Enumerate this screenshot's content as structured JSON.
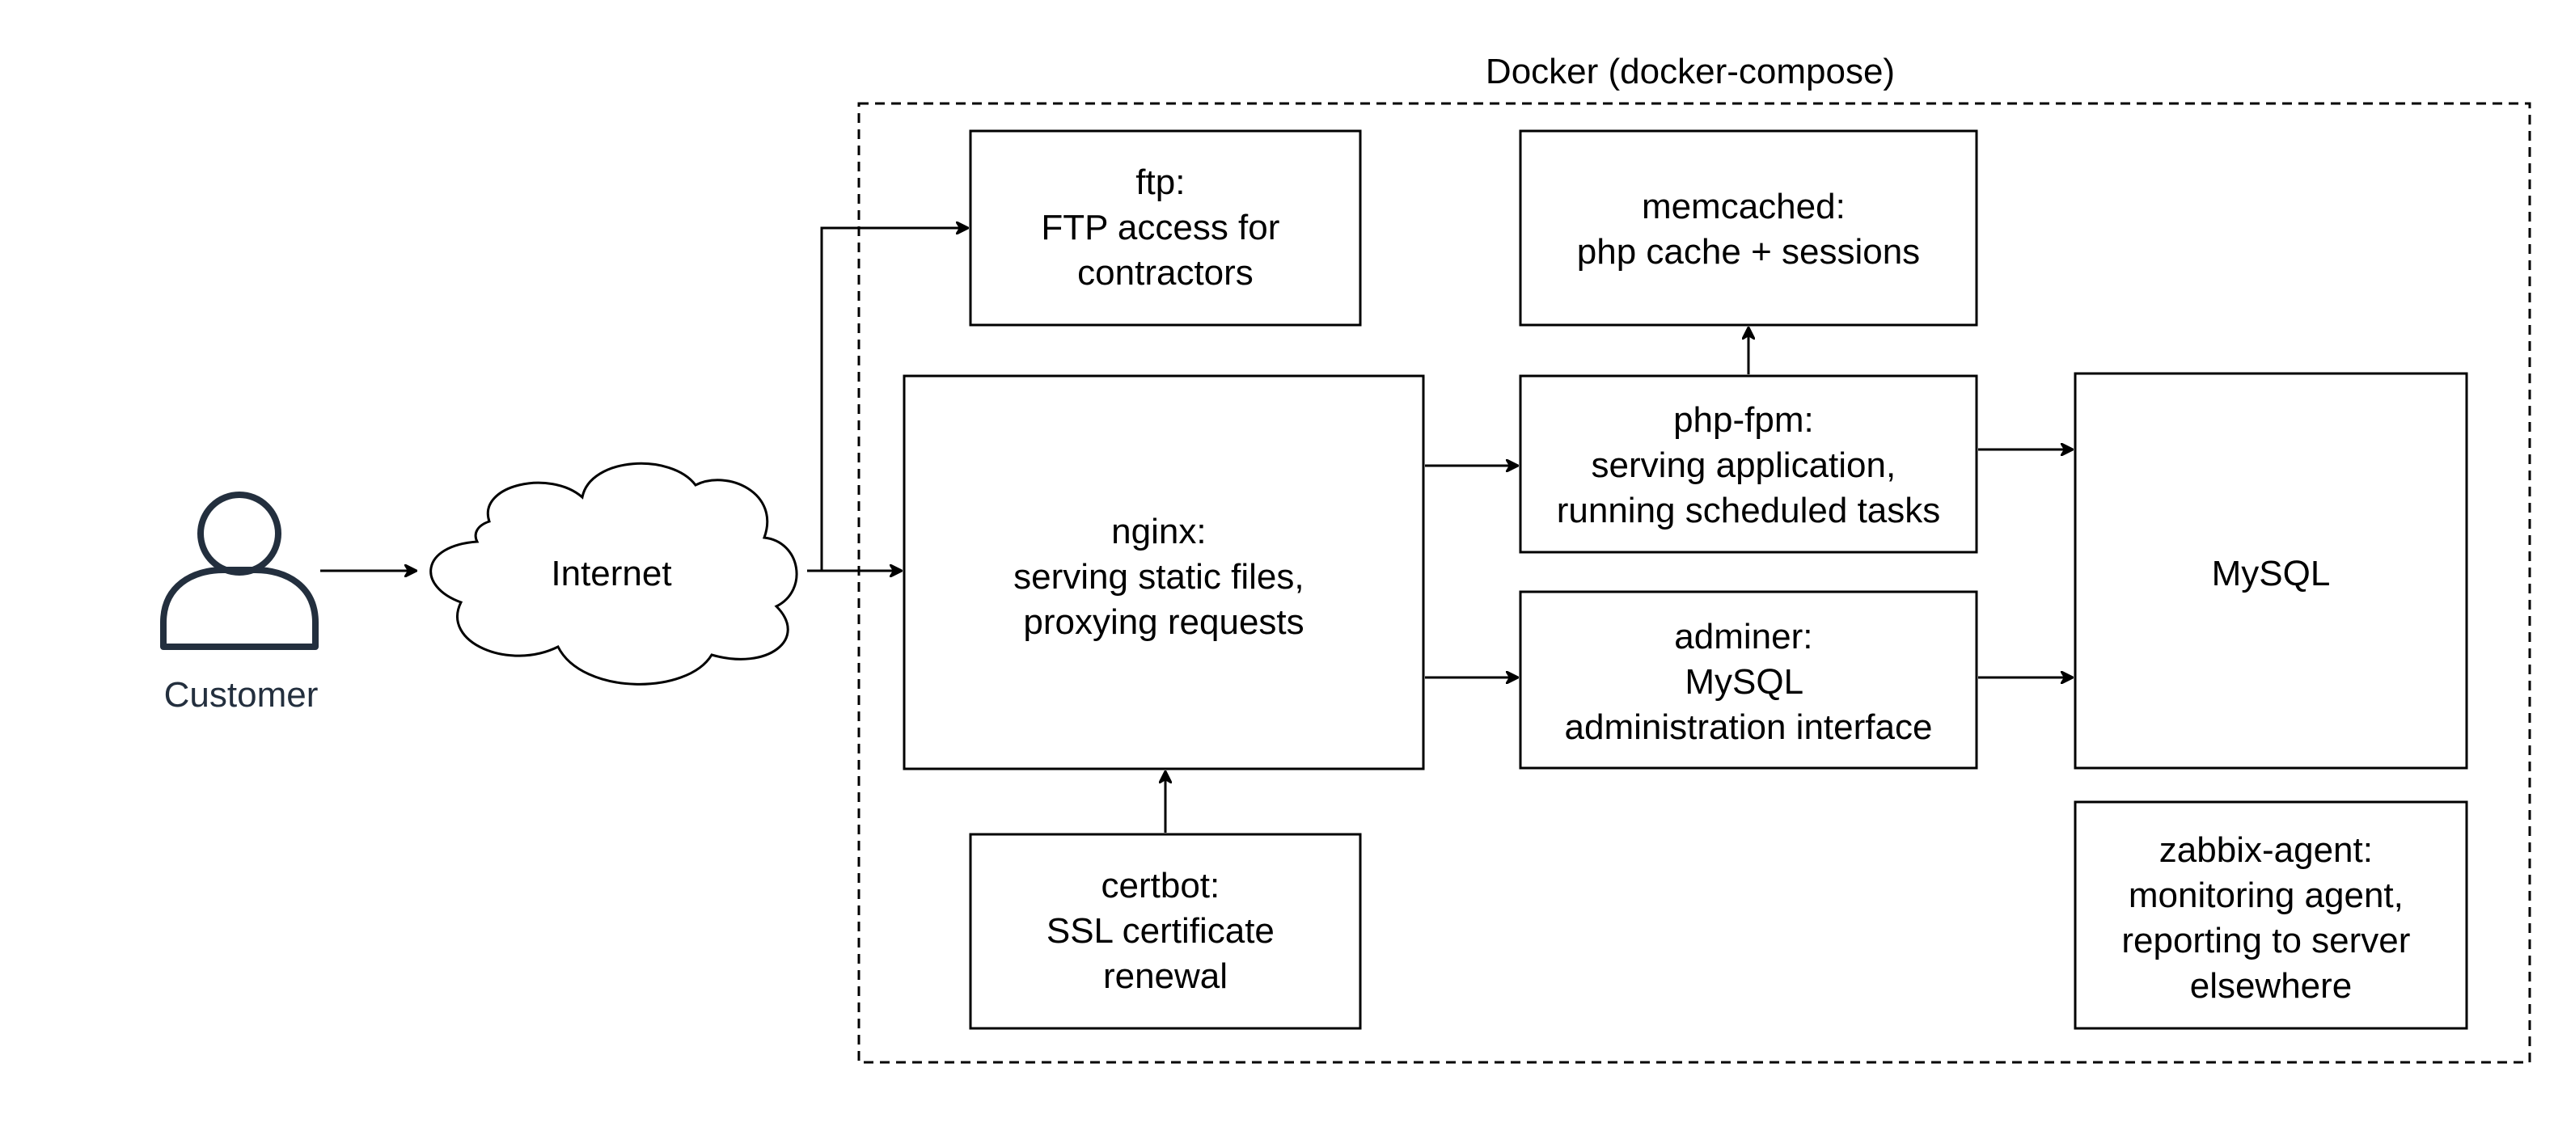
{
  "container": {
    "label": "Docker (docker-compose)"
  },
  "actor": {
    "label": "Customer",
    "color": "#232f3e"
  },
  "cloud": {
    "label": "Internet"
  },
  "nodes": {
    "ftp": [
      "ftp:",
      "FTP access for",
      "contractors"
    ],
    "memcached": [
      "memcached:",
      "php cache + sessions"
    ],
    "nginx": [
      "nginx:",
      "serving static files,",
      "proxying requests"
    ],
    "phpfpm": [
      "php-fpm:",
      "serving application,",
      "running scheduled tasks"
    ],
    "adminer": [
      "adminer:",
      "MySQL",
      "administration interface"
    ],
    "mysql": [
      "MySQL"
    ],
    "certbot": [
      "certbot:",
      "SSL certificate",
      "renewal"
    ],
    "zabbix": [
      "zabbix-agent:",
      "monitoring agent,",
      "reporting to server",
      "elsewhere"
    ]
  }
}
